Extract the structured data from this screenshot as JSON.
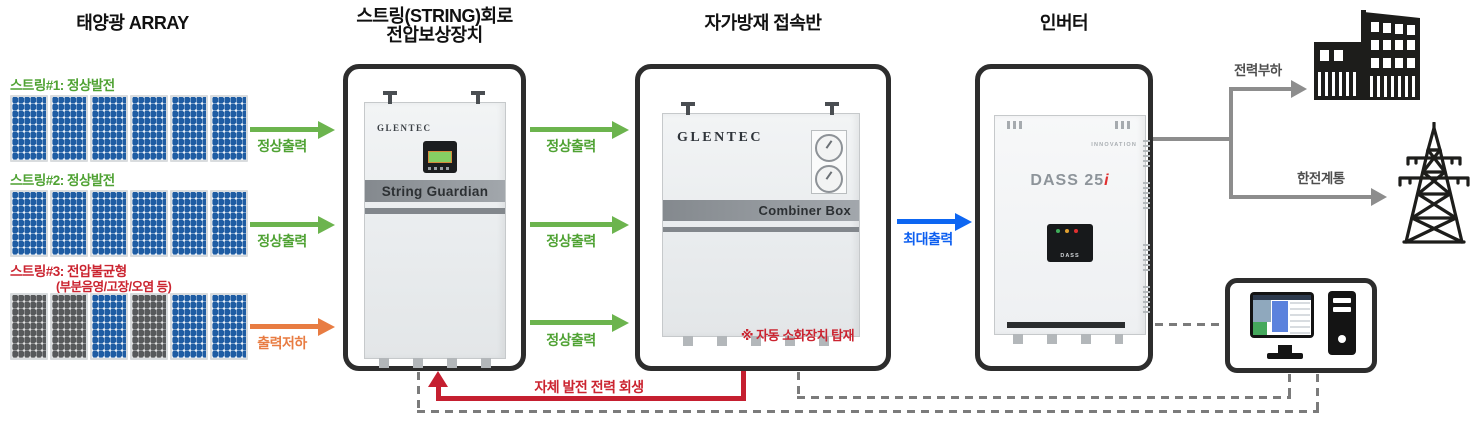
{
  "array": {
    "title": "태양광 ARRAY",
    "strings": [
      {
        "label": "스트링#1: 정상발전",
        "sublabel": "",
        "status": "normal",
        "panels": [
          "blue",
          "blue",
          "blue",
          "blue",
          "blue",
          "blue"
        ],
        "arrow_label": "정상출력"
      },
      {
        "label": "스트링#2: 정상발전",
        "sublabel": "",
        "status": "normal",
        "panels": [
          "blue",
          "blue",
          "blue",
          "blue",
          "blue",
          "blue"
        ],
        "arrow_label": "정상출력"
      },
      {
        "label": "스트링#3: 전압불균형",
        "sublabel": "(부분음영/고장/오염 등)",
        "status": "fault",
        "panels": [
          "gray",
          "gray",
          "blue",
          "gray",
          "blue",
          "blue"
        ],
        "arrow_label": "출력저하"
      }
    ]
  },
  "guardian": {
    "title_line1": "스트링(STRING)회로",
    "title_line2": "전압보상장치",
    "brand": "GLENTEC",
    "model": "String Guardian",
    "out_arrows": [
      "정상출력",
      "정상출력",
      "정상출력"
    ]
  },
  "combiner": {
    "title": "자가방재 접속반",
    "brand": "GLENTEC",
    "model": "Combiner Box",
    "note": "※ 자동 소화장치 탑재"
  },
  "inverter": {
    "title": "인버터",
    "tagline": "INNOVATION",
    "model": "DASS 25",
    "model_suffix": "i",
    "display_brand": "DASS",
    "out_arrow_label": "최대출력"
  },
  "outputs": {
    "load_label": "전력부하",
    "grid_label": "한전계통",
    "recovery_label": "자체 발전 전력 회생"
  },
  "colors": {
    "normal_green_text": "#4fa233",
    "normal_green_arrow": "#6cb44e",
    "degraded_orange": "#e87c42",
    "alert_red": "#c51f30",
    "max_output_blue": "#0d66f2",
    "panel_blue": "#1e5ca3",
    "panel_gray": "#57595b",
    "frame_dark": "#2d2d2d",
    "line_gray": "#8d8d8d"
  }
}
